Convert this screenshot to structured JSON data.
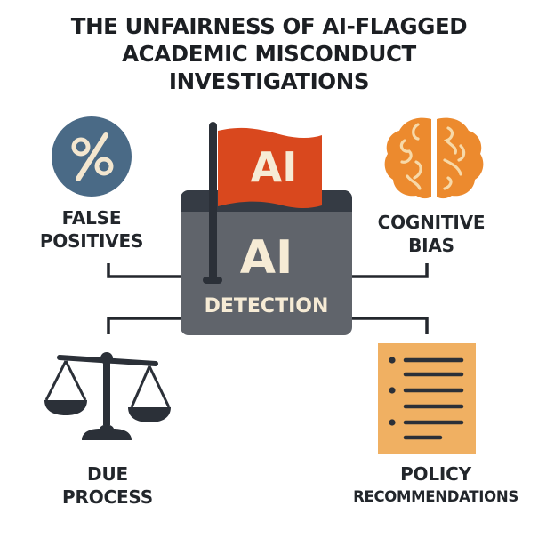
{
  "title": {
    "lines": [
      "THE UNFAIRNESS OF AI-FLAGGED",
      "ACADEMIC MISCONDUCT",
      "INVESTIGATIONS"
    ]
  },
  "center": {
    "flag_text": "AI",
    "box_big_text": "AI",
    "box_sub_text": "DETECTION",
    "icon": "flag-icon"
  },
  "nodes": [
    {
      "id": "false-positives",
      "icon": "percent-icon",
      "lines": [
        "FALSE",
        "POSITIVES"
      ],
      "glyph": "%"
    },
    {
      "id": "cognitive-bias",
      "icon": "brain-icon",
      "lines": [
        "COGNITIVE",
        "BIAS"
      ]
    },
    {
      "id": "due-process",
      "icon": "scales-icon",
      "lines": [
        "DUE",
        "PROCESS"
      ]
    },
    {
      "id": "policy-recommendations",
      "icon": "document-list-icon",
      "lines": [
        "POLICY",
        "RECOMMENDATIONS"
      ]
    }
  ],
  "colors": {
    "title": "#1c1f23",
    "percent_circle": "#4a6a86",
    "percent_glyph": "#f3e6cf",
    "flag_red": "#d9481e",
    "box_body": "#60646b",
    "box_header": "#353b44",
    "box_text": "#f6ebd5",
    "brain_orange": "#ec8a2e",
    "brain_folds": "#f7d9a8",
    "doc_orange": "#f0b062",
    "dark_icon": "#2b3038",
    "connector": "#23272d"
  }
}
